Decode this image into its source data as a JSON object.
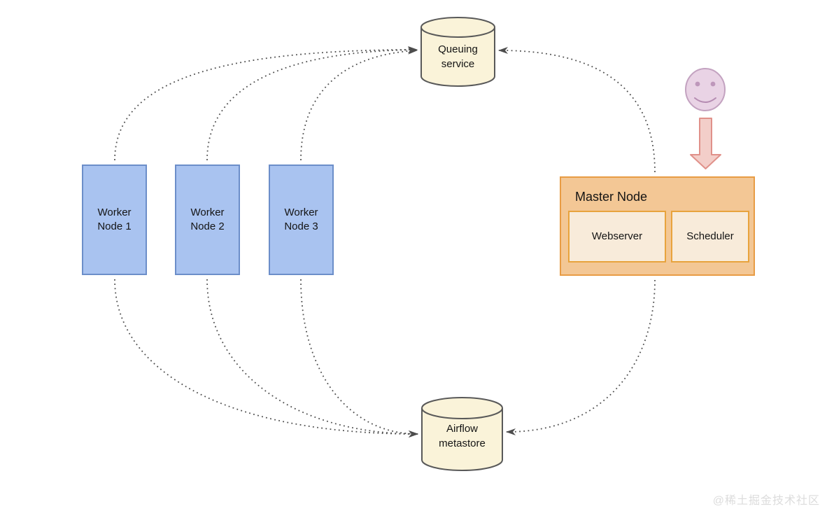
{
  "nodes": {
    "queuing_service": {
      "label": "Queuing\nservice",
      "shape": "cylinder"
    },
    "airflow_metastore": {
      "label": "Airflow\nmetastore",
      "shape": "cylinder"
    },
    "workers": [
      {
        "label": "Worker\nNode 1"
      },
      {
        "label": "Worker\nNode 2"
      },
      {
        "label": "Worker\nNode 3"
      }
    ],
    "master": {
      "title": "Master Node",
      "webserver": {
        "label": "Webserver"
      },
      "scheduler": {
        "label": "Scheduler"
      }
    },
    "user": {
      "icon": "smiley-face",
      "pointer": "down-block-arrow"
    }
  },
  "connections": [
    {
      "from": "Worker Node 1",
      "to": "Queuing service",
      "style": "dotted",
      "arrow_into": "Queuing service"
    },
    {
      "from": "Worker Node 2",
      "to": "Queuing service",
      "style": "dotted",
      "arrow_into": "Queuing service"
    },
    {
      "from": "Worker Node 3",
      "to": "Queuing service",
      "style": "dotted",
      "arrow_into": "Queuing service"
    },
    {
      "from": "Master Node",
      "to": "Queuing service",
      "style": "dotted",
      "arrow_into": "Queuing service"
    },
    {
      "from": "Worker Node 1",
      "to": "Airflow metastore",
      "style": "dotted",
      "arrow_into": "Airflow metastore"
    },
    {
      "from": "Worker Node 2",
      "to": "Airflow metastore",
      "style": "dotted",
      "arrow_into": "Airflow metastore"
    },
    {
      "from": "Worker Node 3",
      "to": "Airflow metastore",
      "style": "dotted",
      "arrow_into": "Airflow metastore"
    },
    {
      "from": "Master Node",
      "to": "Airflow metastore",
      "style": "dotted",
      "arrow_into": "Airflow metastore"
    },
    {
      "from": "User",
      "to": "Master Node",
      "style": "solid-block-arrow"
    }
  ],
  "colors": {
    "background": "#FFFFFF",
    "worker_fill": "#A9C3F0",
    "worker_border": "#6C8EC9",
    "master_fill": "#F3C795",
    "master_border": "#E89C44",
    "master_child_fill": "#F8EBDA",
    "master_child_border": "#E8A33D",
    "cylinder_fill": "#FAF3D9",
    "cylinder_border": "#595959",
    "connector": "#4F4F4F",
    "smiley_fill": "#E9D3E5",
    "smiley_border": "#C3A2C0",
    "pink_arrow_fill": "#F3CEC9",
    "pink_arrow_border": "#E0918A",
    "text": "#141414",
    "watermark": "#DCDCDC"
  },
  "watermark": "@稀土掘金技术社区"
}
